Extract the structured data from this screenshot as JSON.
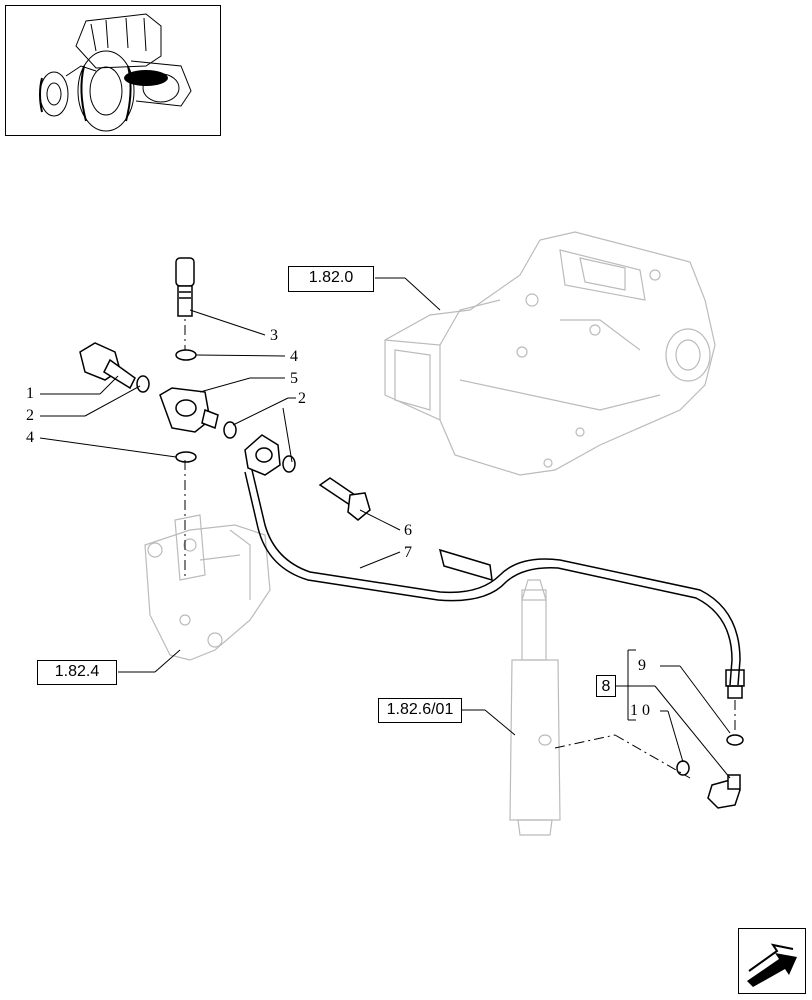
{
  "references": {
    "ref_top": "1.82.0",
    "ref_left": "1.82.4",
    "ref_bottom": "1.82.6/01",
    "ref_group": "8"
  },
  "callouts": [
    {
      "id": "c1",
      "label": "1"
    },
    {
      "id": "c2a",
      "label": "2"
    },
    {
      "id": "c4a",
      "label": "4"
    },
    {
      "id": "c3",
      "label": "3"
    },
    {
      "id": "c4b",
      "label": "4"
    },
    {
      "id": "c5",
      "label": "5"
    },
    {
      "id": "c2b",
      "label": "2"
    },
    {
      "id": "c6",
      "label": "6"
    },
    {
      "id": "c7",
      "label": "7"
    },
    {
      "id": "c9",
      "label": "9"
    },
    {
      "id": "c10",
      "label": "1 0"
    }
  ],
  "icons": {
    "thumbnail": "tractor-thumbnail-icon",
    "navigation": "next-page-arrow-icon"
  }
}
